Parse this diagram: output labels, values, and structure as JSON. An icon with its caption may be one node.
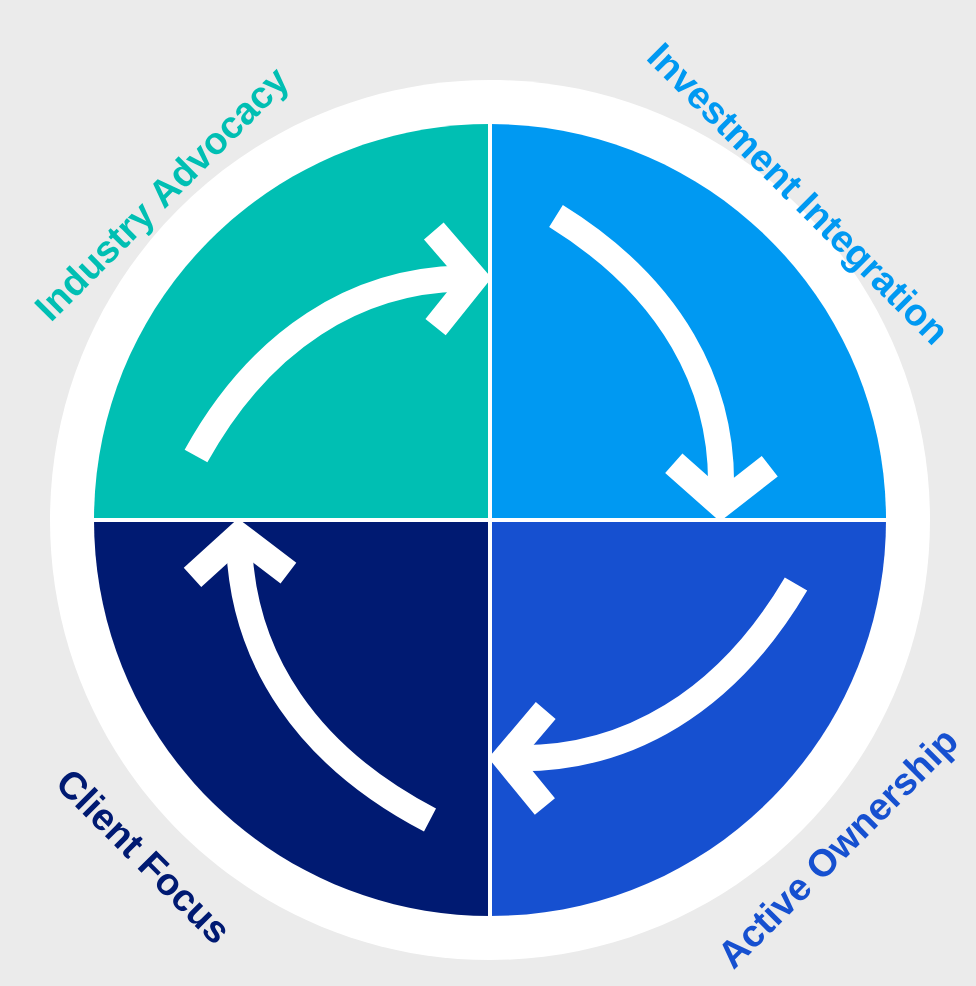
{
  "diagram": {
    "nodes": [
      {
        "text": [
          "Industry Advocacy"
        ]
      },
      {
        "text": [
          "Investment Integration"
        ]
      },
      {
        "text": [
          "Active Ownership"
        ]
      },
      {
        "text": [
          "Client Focus"
        ]
      }
    ],
    "edges": [
      {
        "from": 0,
        "to": 1,
        "arrow": "to"
      },
      {
        "from": 1,
        "to": 2,
        "arrow": "to"
      },
      {
        "from": 2,
        "to": 3,
        "arrow": "to"
      },
      {
        "from": 3,
        "to": 0,
        "arrow": "to"
      }
    ]
  }
}
